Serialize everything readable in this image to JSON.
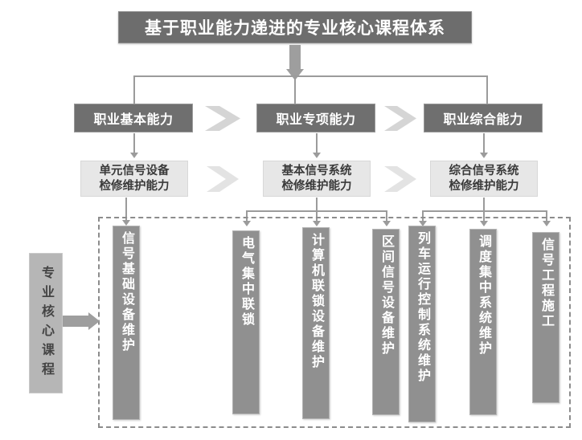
{
  "diagram": {
    "title": "基于职业能力递进的专业核心课程体系",
    "side_label": "专业核心课程",
    "capability_levels": [
      {
        "label": "职业基本能力"
      },
      {
        "label": "职业专项能力"
      },
      {
        "label": "职业综合能力"
      }
    ],
    "capability_details": [
      {
        "line1": "单元信号设备",
        "line2": "检修维护能力"
      },
      {
        "line1": "基本信号系统",
        "line2": "检修维护能力"
      },
      {
        "line1": "综合信号系统",
        "line2": "检修维护能力"
      }
    ],
    "courses": [
      {
        "label": "信号基础设备维护",
        "group": 1
      },
      {
        "label": "电气集中联锁",
        "group": 2
      },
      {
        "label": "计算机联锁设备维护",
        "group": 2
      },
      {
        "label": "区间信号设备维护",
        "group": 2
      },
      {
        "label": "列车运行控制系统维护",
        "group": 3
      },
      {
        "label": "调度集中系统维护",
        "group": 3
      },
      {
        "label": "信号工程施工",
        "group": 3
      }
    ],
    "colors": {
      "title_bg": "#6d6d6d",
      "capability_dark_bg": "#6f6f6f",
      "capability_light_bg": "#e7e7e7",
      "course_bg": "#909090",
      "side_label_bg": "#b6b6b6",
      "connector": "#9b9b9b",
      "chevron": "#d8d8d8",
      "dashed_border": "#8c8c8c"
    }
  }
}
